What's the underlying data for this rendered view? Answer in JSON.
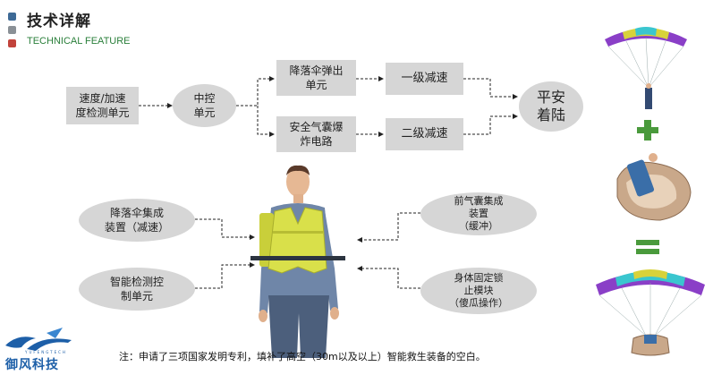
{
  "header": {
    "title_cn": "技术详解",
    "title_en": "TECHNICAL FEATURE",
    "square_colors": [
      "#3e6a96",
      "#8a9096",
      "#c2433b"
    ]
  },
  "flow": {
    "sensor": "速度/加速\n度检测单元",
    "controller": "中控\n单元",
    "chute_eject": "降落伞弹出\n单元",
    "airbag_circuit": "安全气囊爆\n炸电路",
    "stage1": "一级减速",
    "stage2": "二级减速",
    "result": "平安\n着陆"
  },
  "vest": {
    "left_top": "降落伞集成\n装置（减速）",
    "left_bottom": "智能检测控\n制单元",
    "right_top": "前气囊集成\n装置\n（缓冲）",
    "right_bottom": "身体固定锁\n止模块\n（傻瓜操作）"
  },
  "note": "注：申请了三项国家发明专利，填补了高空（30m以及以上）智能救生装备的空白。",
  "brand": {
    "name_cn": "御风科技",
    "name_en": "YUFENGTECH"
  },
  "colors": {
    "box": "#d6d6d6",
    "accent_green": "#2a7f3a",
    "plus_green": "#4a9a3c",
    "vest_yellow": "#d9e04a",
    "shirt_blue": "#6f86a8",
    "brand_blue": "#1d5fa8"
  },
  "icons": [
    "parachute-icon",
    "plus-icon",
    "airbag-icon",
    "equals-icon",
    "parachute-airbag-icon"
  ]
}
